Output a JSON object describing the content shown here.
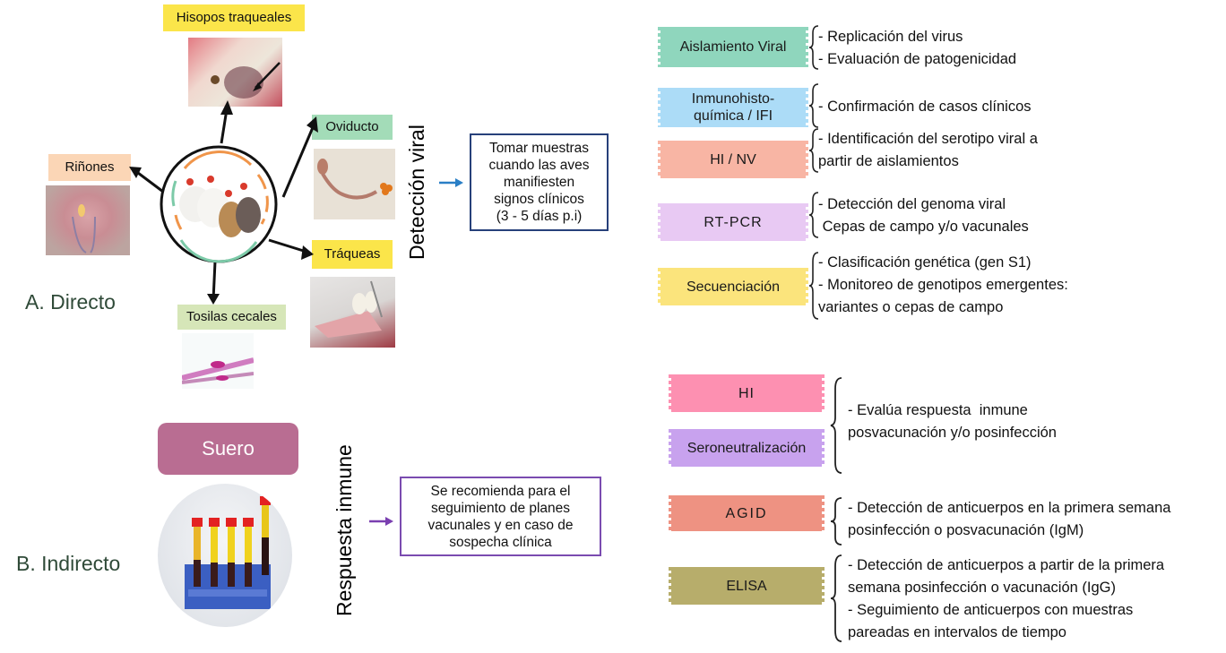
{
  "section_a": {
    "title": "A. Directo",
    "vertical_label": "Detección viral",
    "samples": [
      {
        "label": "Hisopos traqueales",
        "color": "#fbe54a"
      },
      {
        "label": "Oviducto",
        "color": "#a3dcb8"
      },
      {
        "label": "Riñones",
        "color": "#fbd6b6"
      },
      {
        "label": "Tráqueas",
        "color": "#fbe54a"
      },
      {
        "label": "Tosilas cecales",
        "color": "#d6e6b8"
      }
    ],
    "note": [
      "Tomar muestras",
      "cuando las aves",
      "manifiesten",
      "signos clínicos",
      "(3 - 5 días p.i)"
    ],
    "note_border": "#27407a",
    "arrow_color": "#2a7fc6",
    "tests": [
      {
        "name": [
          "Aislamiento Viral"
        ],
        "color": "#8fd6bd",
        "desc": [
          "- Replicación del virus",
          "- Evaluación de patogenicidad"
        ]
      },
      {
        "name": [
          "Inmunohisto-",
          "química / IFI"
        ],
        "color": "#acdcf7",
        "desc": [
          "- Confirmación de casos clínicos"
        ]
      },
      {
        "name": [
          "HI / NV"
        ],
        "color": "#f8b5a4",
        "desc": [
          "- Identificación del serotipo viral a",
          "partir de aislamientos"
        ]
      },
      {
        "name": [
          "RT-PCR"
        ],
        "color": "#e8c9f3",
        "desc": [
          "- Detección del genoma viral",
          " Cepas de campo y/o vacunales"
        ]
      },
      {
        "name": [
          "Secuenciación"
        ],
        "color": "#fbe47c",
        "desc": [
          "- Clasificación genética (gen S1)",
          "- Monitoreo de genotipos emergentes:",
          "variantes o cepas de campo"
        ]
      }
    ]
  },
  "section_b": {
    "title": "B. Indirecto",
    "vertical_label": "Respuesta inmune",
    "sample": {
      "label": "Suero",
      "color": "#b96d92"
    },
    "note": [
      "Se recomienda para el",
      "seguimiento de planes",
      "vacunales y en caso de",
      "sospecha clínica"
    ],
    "note_border": "#7a4bb0",
    "arrow_color": "#7a3fb0",
    "tests": [
      {
        "name": [
          "HI"
        ],
        "color": "#fd90b1"
      },
      {
        "name": [
          "Seroneutralización"
        ],
        "color": "#c8a2ee"
      },
      {
        "name": [
          "AGID"
        ],
        "color": "#ee9282"
      },
      {
        "name": [
          "ELISA"
        ],
        "color": "#b7ad6b"
      }
    ],
    "descs": [
      [
        "- Evalúa respuesta  inmune",
        "posvacunación y/o posinfección"
      ],
      [
        "- Detección de anticuerpos en la primera semana",
        "posinfección o posvacunación (IgM)"
      ],
      [
        "- Detección de anticuerpos a partir de la primera",
        "semana posinfección o vacunación (IgG)",
        "- Seguimiento de anticuerpos con muestras",
        "pareadas en intervalos de tiempo"
      ]
    ]
  }
}
